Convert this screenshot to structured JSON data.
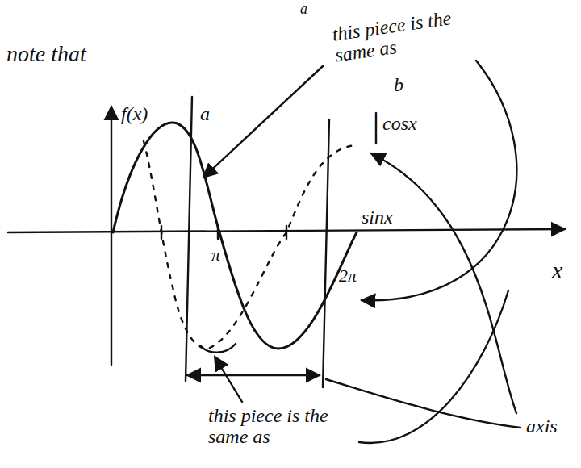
{
  "diagram": {
    "labels": [
      "note that",
      "a",
      "this piece is the same as",
      "b",
      "f(x)",
      "a",
      "π",
      "2π",
      "sinx",
      "cosx",
      "x",
      "this piece is the same as",
      "axis"
    ]
  }
}
